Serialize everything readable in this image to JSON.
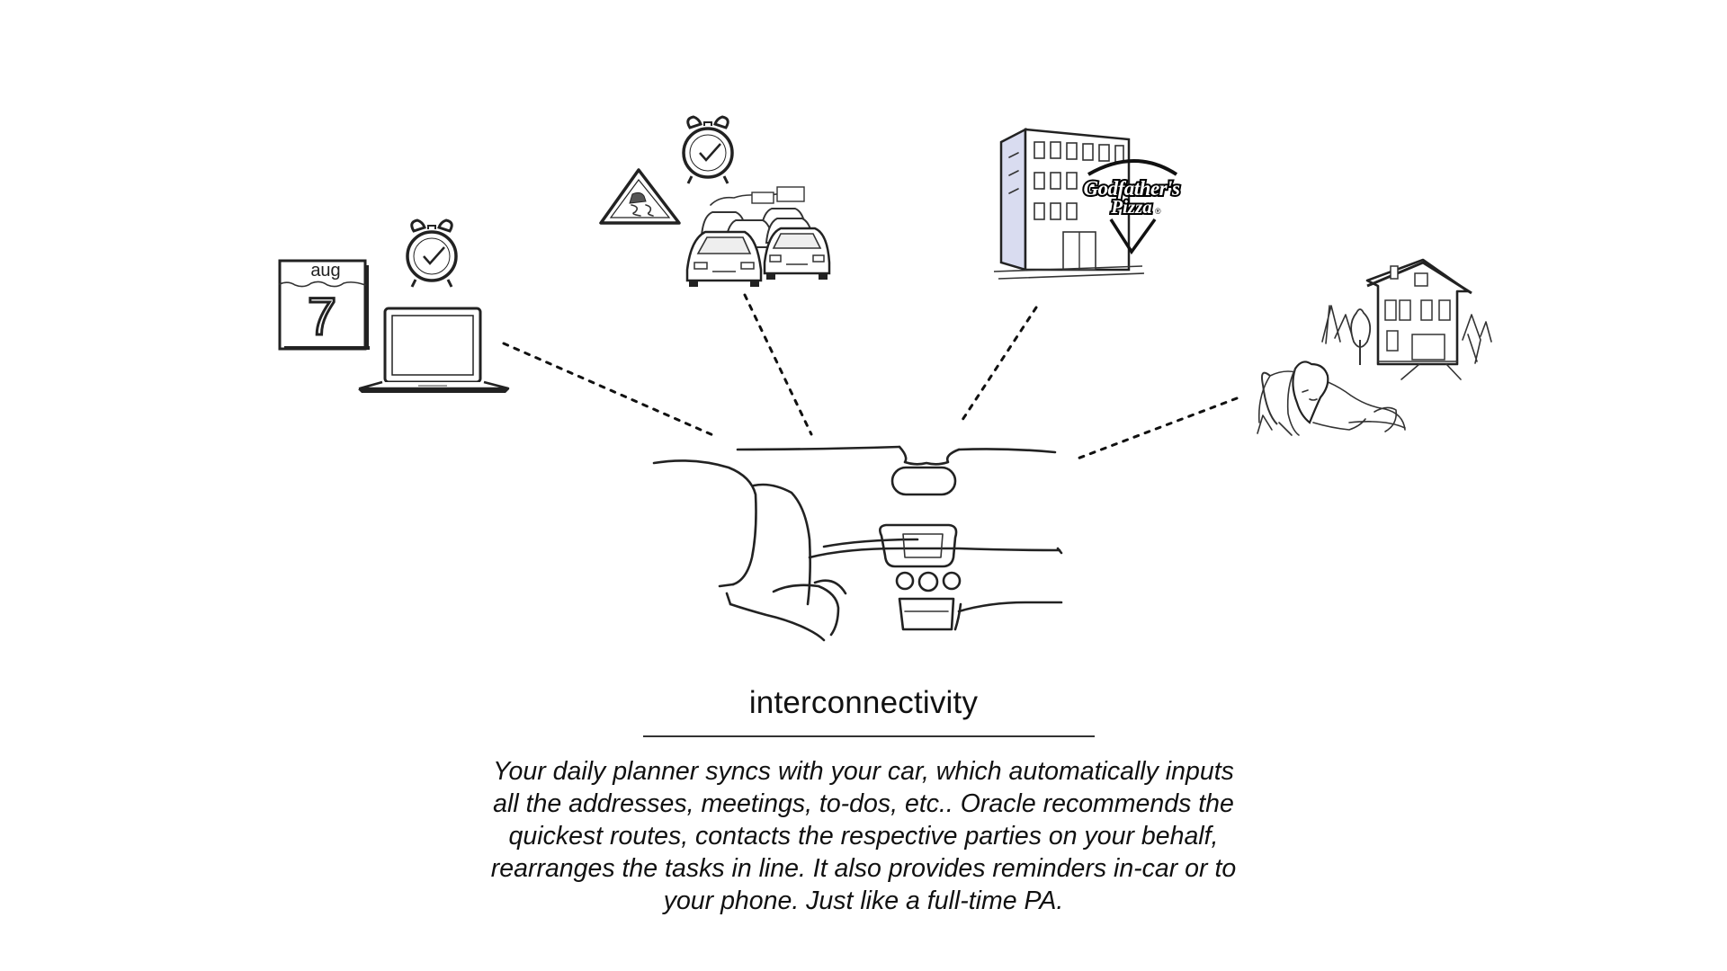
{
  "calendar": {
    "month": "aug",
    "day": "7"
  },
  "logo": {
    "line1": "Godfather's",
    "line2": "Pizza",
    "mark": "®"
  },
  "caption": {
    "title": "interconnectivity",
    "lines": [
      "Your daily planner syncs with your car, which automatically inputs",
      "all the addresses, meetings, to-dos, etc.. Oracle recommends the",
      "quickest routes, contacts the respective parties on your behalf,",
      "rearranges the tasks in line. It also provides reminders in-car or to",
      "your phone. Just like a full-time PA."
    ]
  },
  "icons": [
    "calendar-icon",
    "alarm-clock-icon",
    "laptop-icon",
    "warning-sign-icon",
    "traffic-jam-icon",
    "office-building-icon",
    "house-icon",
    "driver-icon",
    "car-dashboard-icon"
  ],
  "colors": {
    "ink": "#222222",
    "building_tint": "#d9dcf0"
  }
}
